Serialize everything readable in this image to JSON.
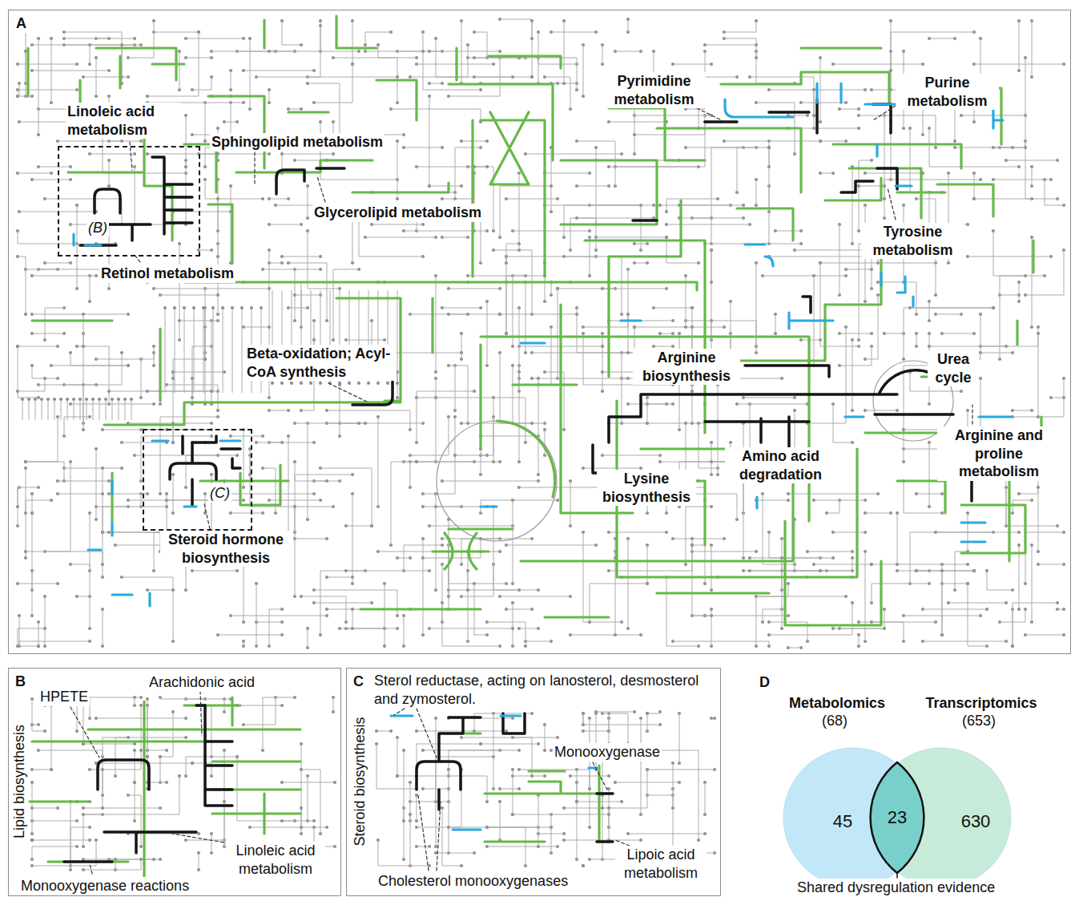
{
  "diagram": {
    "nodes": [
      {
        "text": [
          "A"
        ]
      },
      {
        "text": [
          "(B)"
        ],
        "in": 0
      },
      {
        "text": [
          "(C)"
        ],
        "in": 0
      },
      {
        "text": [
          "B"
        ]
      },
      {
        "text": [
          "C"
        ]
      },
      {
        "text": [
          "Metabolomics",
          "(68)",
          "45"
        ]
      },
      {
        "text": [
          "Transcriptomics",
          "(653)",
          "630"
        ]
      },
      {
        "text": [
          "23"
        ]
      }
    ],
    "labels": [
      "Linoleic acid metabolism",
      "Sphingolipid metabolism",
      "Pyrimidine metabolism",
      "Purine metabolism",
      "Glycerolipid metabolism",
      "Tyrosine metabolism",
      "Retinol metabolism",
      "Beta-oxidation; Acyl-CoA synthesis",
      "Arginine biosynthesis",
      "Urea cycle",
      "Arginine and proline metabolism",
      "Amino acid degradation",
      "Lysine biosynthesis",
      "Steroid hormone biosynthesis",
      "HPETE",
      "Arachidonic acid",
      "Lipid biosynthesis",
      "Linoleic acid metabolism",
      "Monooxygenase reactions",
      "Sterol reductase, acting on lanosterol, desmosterol and zymosterol.",
      "Steroid biosynthesis",
      "Monooxygenase",
      "Cholesterol monooxygenases",
      "Lipoic acid metabolism",
      "D",
      "Shared dysregulation evidence"
    ]
  }
}
